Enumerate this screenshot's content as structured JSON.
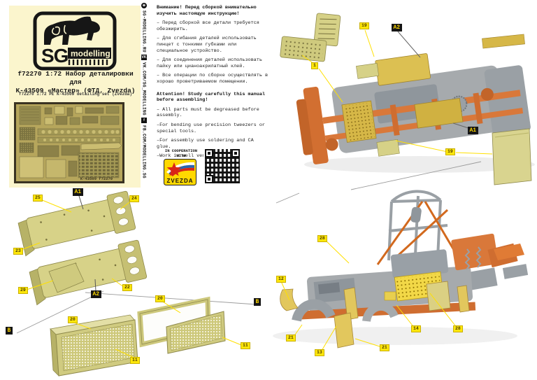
{
  "social_bar": {
    "items": [
      {
        "icon": "globe-icon",
        "glyph": "⊕",
        "text": "SG-MODELLING.RU"
      },
      {
        "icon": "vk-icon",
        "glyph": "VK",
        "text": "VK.COM/SG_MODELLING"
      },
      {
        "icon": "facebook-icon",
        "glyph": "f",
        "text": "FB.COM/MODELLING.SG"
      }
    ]
  },
  "brand_panel": {
    "logo": {
      "sg": "SG",
      "modelling": "modelling"
    },
    "title_line1": "f72270 1:72 Набор деталировки для",
    "title_line2": "К-43509 «Мастер» (ФТД, Zvezda)",
    "subtitle": "f72270 1:72 PE K-43509 detailing set (Zvezda)",
    "fret_marking": "К-43509 f72270"
  },
  "instructions_ru": {
    "heading": "Внимание! Перед сборкой внимательно изучить настоящую инструкцию!",
    "items": [
      "– Перед сборкой все детали требуется обезжирить.",
      "– Для сгибания деталей использовать пинцет с тонкими губками или специальное устройство.",
      "– Для соединения деталей использовать пайку или цианоакрилатный клей.",
      "– Все операции по сборке осуществлять в хорошо проветриваемом помещении."
    ]
  },
  "instructions_en": {
    "heading": "Attention! Study carefully this manual before assembling!",
    "items": [
      "– All parts must be degreased before assembly.",
      "–For bending use precision tweezers or special tools.",
      "–For assembly use soldering and CA glue.",
      "–Work in well ventilated area"
    ]
  },
  "cooperation": {
    "label": "IN COOPERATION WITH",
    "brand": "ZVEZDA"
  },
  "callouts": {
    "floor": {
      "c25": "25",
      "a1": "A1",
      "c24": "24",
      "c23": "23",
      "c29": "29",
      "c22": "22",
      "a2": "A2"
    },
    "grille": {
      "view_left": "В",
      "view_right": "В",
      "c20a": "20",
      "c11a": "11",
      "c20b": "20",
      "c11b": "11"
    },
    "top_chassis": {
      "c1": "1",
      "c19a": "19",
      "a2": "A2",
      "a1": "A1",
      "c19b": "19"
    },
    "bottom_chassis": {
      "c28a": "28",
      "c12": "12",
      "c21a": "21",
      "c13": "13",
      "c21b": "21",
      "c14": "14",
      "c28b": "28"
    }
  },
  "colors": {
    "panel_cream": "#fbf5cd",
    "pe_olive": "#d6d187",
    "pe_brass": "#d6b747",
    "plastic_orange": "#d9783a",
    "plastic_gray": "#a6aaad",
    "callout_yellow": "#ffe70a",
    "callout_black": "#151515",
    "leader_yellow": "#ffe000"
  }
}
